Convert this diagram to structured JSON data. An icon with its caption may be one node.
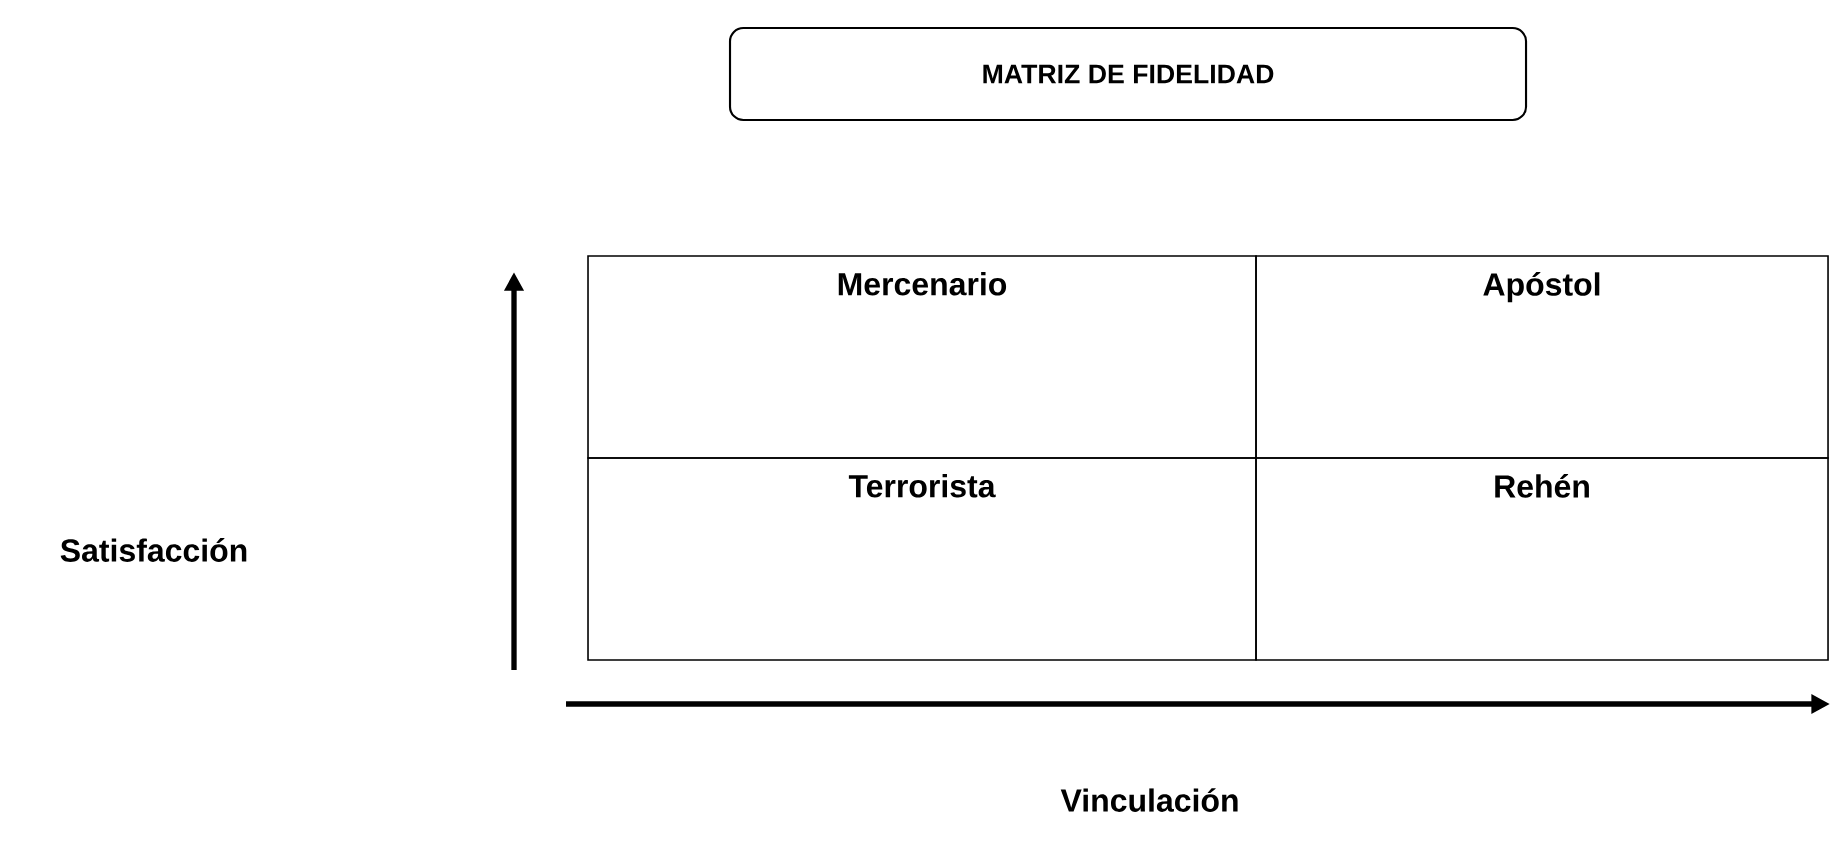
{
  "diagram": {
    "title": "MATRIZ DE FIDELIDAD",
    "nodes": [
      {
        "text": [
          "Mercenario"
        ]
      },
      {
        "text": [
          "Apóstol"
        ]
      },
      {
        "text": [
          "Terrorista"
        ]
      },
      {
        "text": [
          "Rehén"
        ]
      }
    ],
    "edges": [],
    "labels": [
      "Satisfacción",
      "Vinculación"
    ]
  }
}
